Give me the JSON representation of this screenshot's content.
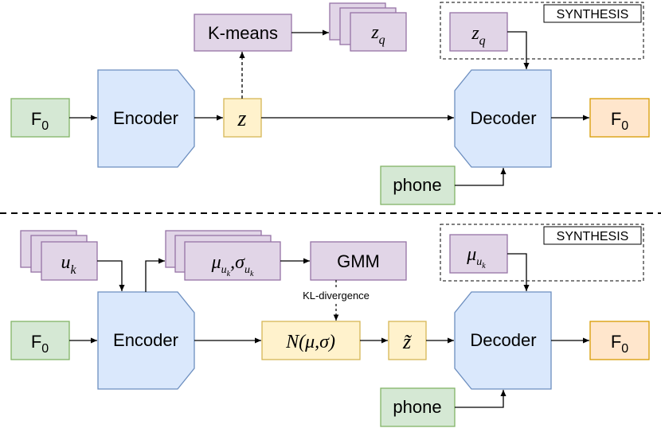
{
  "colors": {
    "green_fill": "#d5e8d4",
    "green_stroke": "#82b366",
    "blue_fill": "#dae8fc",
    "blue_stroke": "#6c8ebf",
    "yellow_fill": "#fff2cc",
    "yellow_stroke": "#d6b656",
    "purple_fill": "#e1d5e7",
    "purple_stroke": "#9673a6",
    "orange_fill": "#ffe6cc",
    "orange_stroke": "#d79b00"
  },
  "top": {
    "input_label": "F",
    "input_sub": "0",
    "encoder_label": "Encoder",
    "latent_label": "z",
    "kmeans_label": "K-means",
    "codes_label": "z",
    "codes_sub": "q",
    "synthesis_label": "SYNTHESIS",
    "synthesis_code_label": "z",
    "synthesis_code_sub": "q",
    "decoder_label": "Decoder",
    "output_label": "F",
    "output_sub": "0",
    "phone_label": "phone"
  },
  "bottom": {
    "speaker_label": "u",
    "speaker_sub": "k",
    "input_label": "F",
    "input_sub": "0",
    "encoder_label": "Encoder",
    "params_label": "μ",
    "gmm_label": "GMM",
    "kl_label": "KL-divergence",
    "normal_label": "N(μ,σ)",
    "latent_label": "z̃",
    "synthesis_label": "SYNTHESIS",
    "decoder_label": "Decoder",
    "output_label": "F",
    "output_sub": "0",
    "phone_label": "phone"
  }
}
